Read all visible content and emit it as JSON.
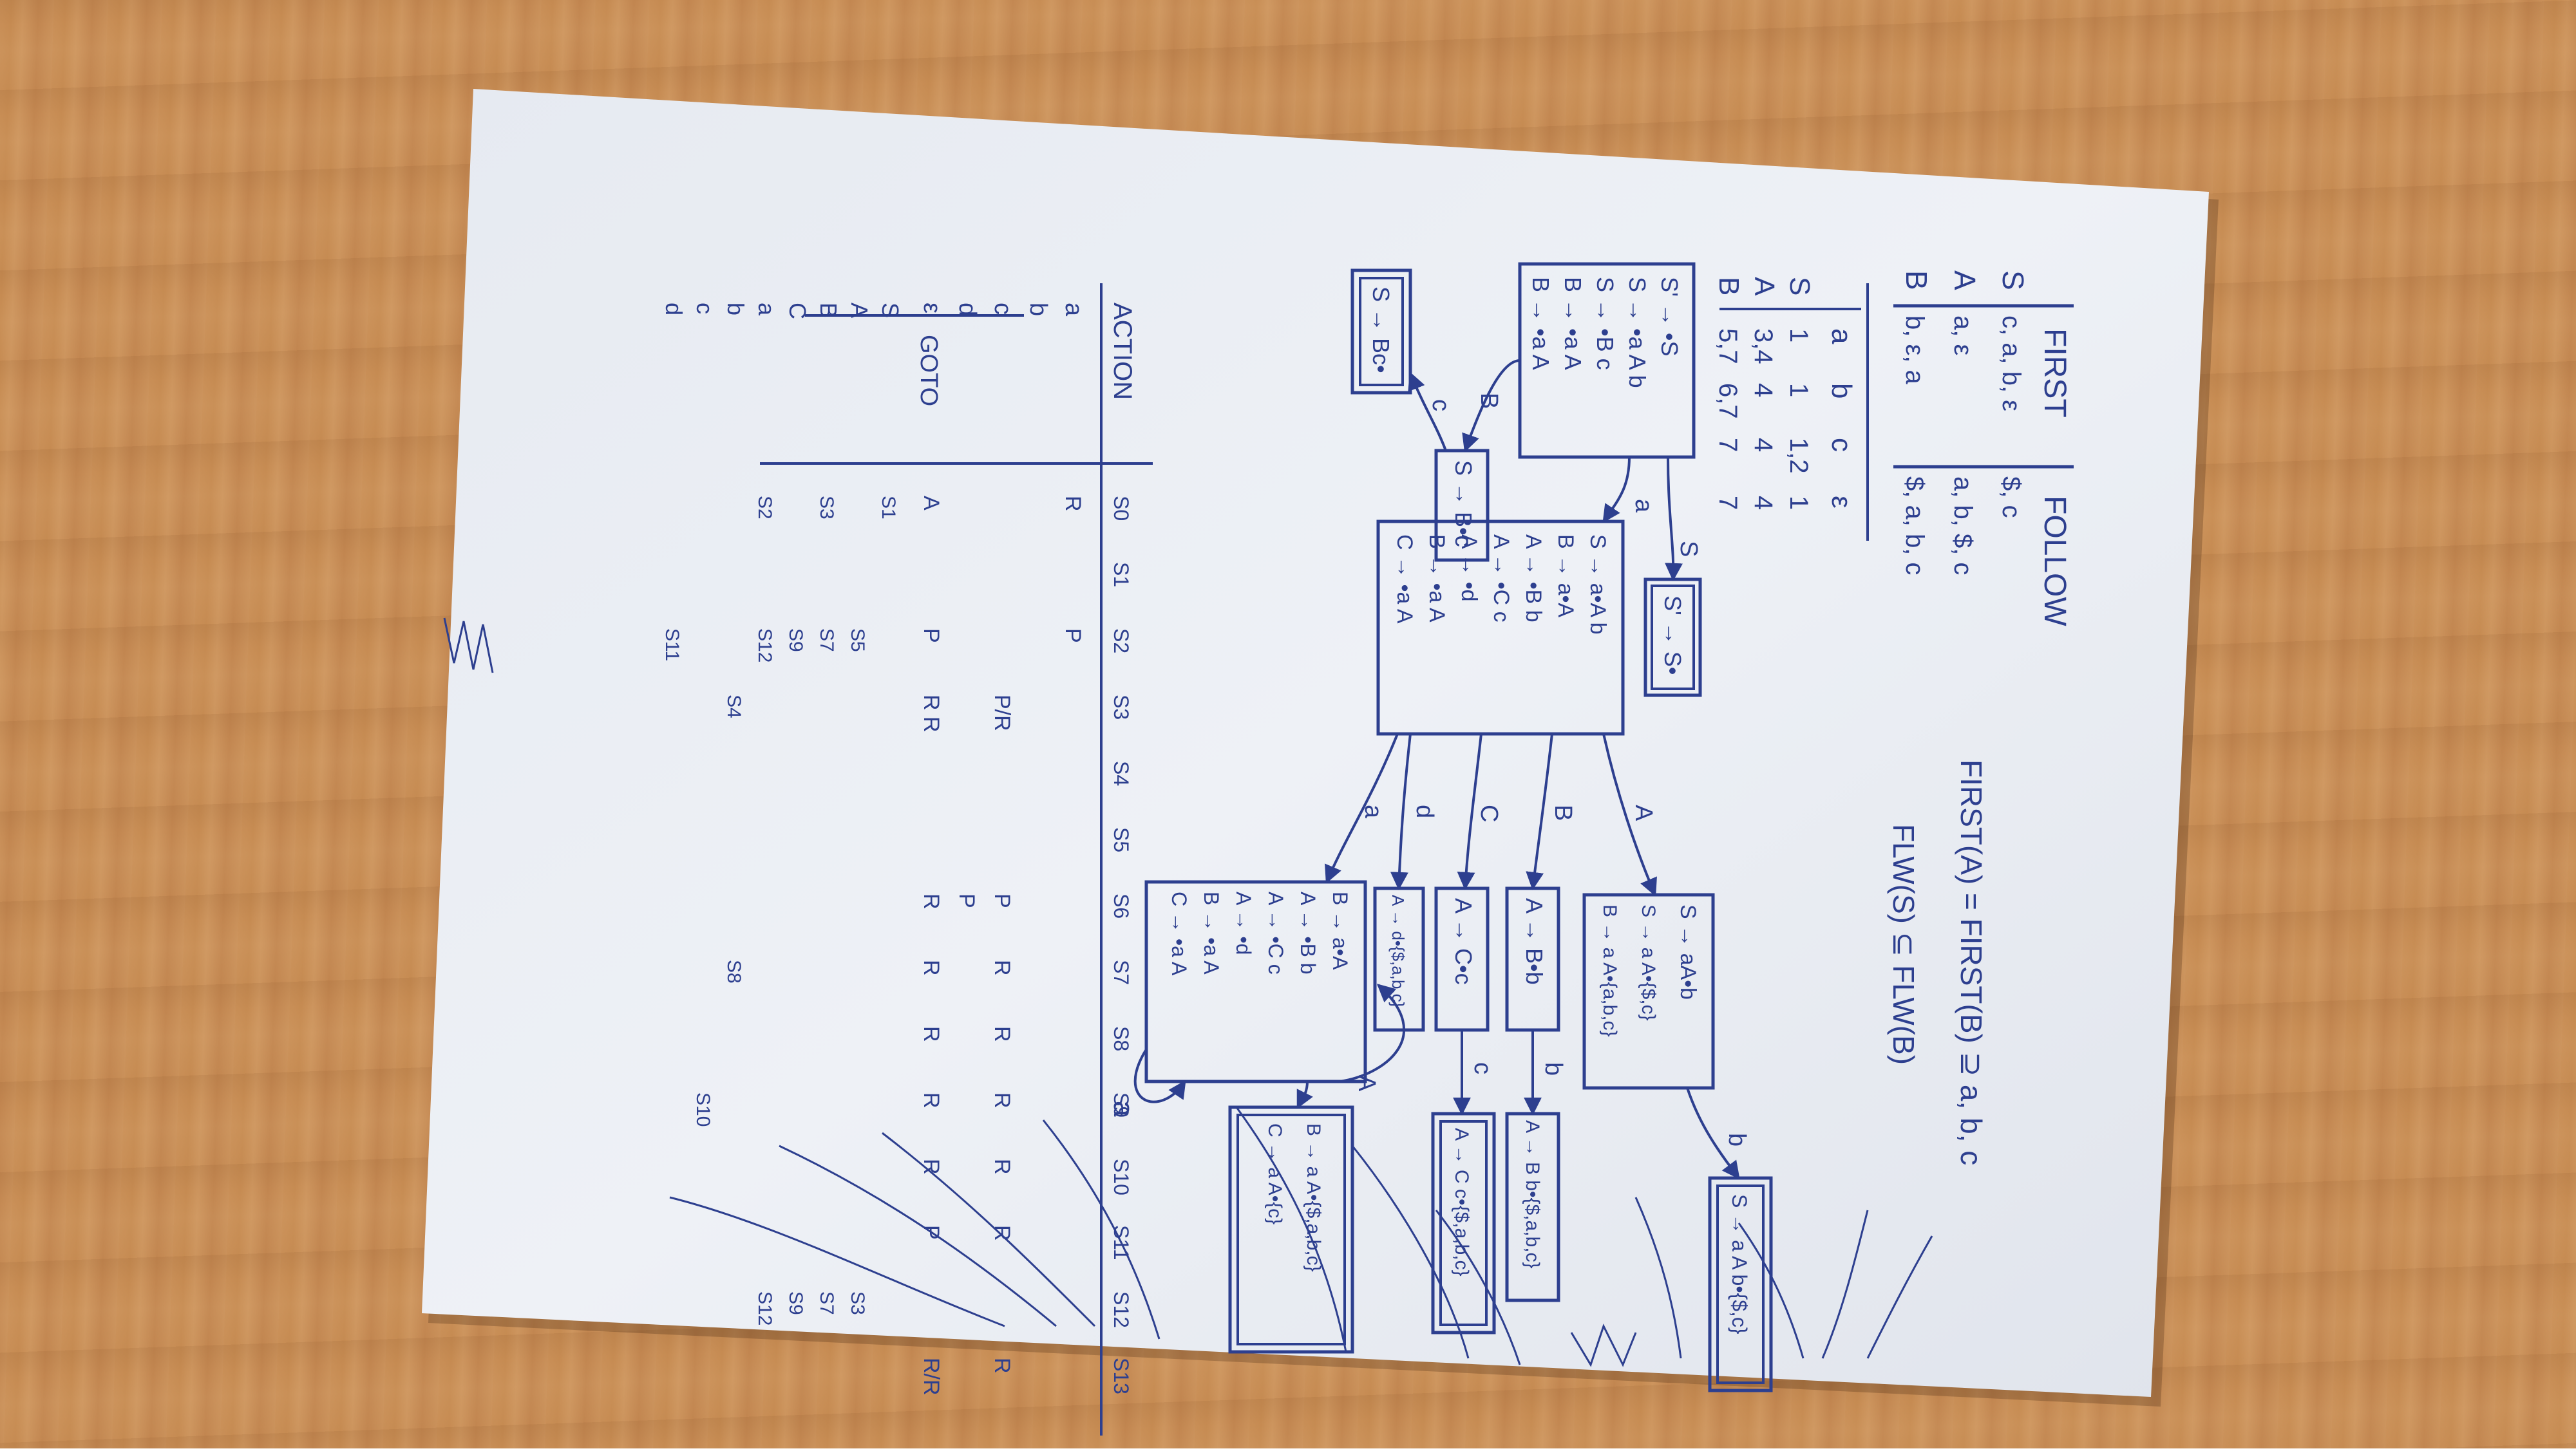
{
  "colors": {
    "desk": "#c98f57",
    "paper": "#e9edf3",
    "ink": "#2d3f8f"
  },
  "first_follow": {
    "header": [
      "FIRST",
      "FOLLOW"
    ],
    "rows": [
      {
        "nt": "S",
        "first": "c, a, b, ε",
        "follow": "$, c"
      },
      {
        "nt": "A",
        "first": "a, ε",
        "follow": "a, b, $, c"
      },
      {
        "nt": "B",
        "first": "b, ε, a",
        "follow": "$, a, b, c"
      }
    ]
  },
  "notes": {
    "line1": "FIRST(A) = FIRST(B) ⊇ a, b, c",
    "line2": "FLW(S) ⊆ FLW(B)"
  },
  "grammar_table": {
    "header": [
      "a",
      "b",
      "c",
      "ε"
    ],
    "rows": [
      {
        "nt": "S",
        "cells": [
          "1",
          "1",
          "1,2",
          "1"
        ]
      },
      {
        "nt": "A",
        "cells": [
          "3,4",
          "4",
          "4",
          "4"
        ]
      },
      {
        "nt": "B",
        "cells": [
          "5,7",
          "6,7",
          "7",
          "7"
        ]
      }
    ]
  },
  "states": {
    "s0": [
      "S' → •S",
      "S → •a A b",
      "S → •B c",
      "B → •a A",
      "B → •a A"
    ],
    "s1": [
      "S' → S•"
    ],
    "s2": [
      "S → a•A b",
      "B → a•A",
      "A → •B b",
      "A → •C c",
      "A → •d",
      "B → •a A",
      "C → •a A"
    ],
    "s3": [
      "S → B•c"
    ],
    "s4": [
      "S → Bc•"
    ],
    "s5": [
      "S → aA•b",
      "S → a A•{$,c}",
      "B → a A•{a,b,c}"
    ],
    "s6": [
      "S → a A b•{$,c}"
    ],
    "s7": [
      "A → B•b"
    ],
    "s8": [
      "A → B b•{$,a,b,c}"
    ],
    "s9": [
      "A → C•c"
    ],
    "s10": [
      "A → C c•{$,a,b,c}"
    ],
    "s11": [
      "A → d•{$,a,b,c}"
    ],
    "s12": [
      "B → a•A",
      "A → •B b",
      "A → •C c",
      "A → •d",
      "B → •a A",
      "C → •a A"
    ],
    "s13": [
      "B → a A•{$,a,b,c}",
      "C → a A•{c}"
    ]
  },
  "edges": [
    "S",
    "a",
    "B",
    "c",
    "A",
    "b",
    "C",
    "d",
    "a",
    "A",
    "b",
    "c",
    "a"
  ],
  "action_goto": {
    "action_label": "ACTION",
    "goto_label": "GOTO",
    "states": [
      "S0",
      "S1",
      "S2",
      "S3",
      "S4",
      "S5",
      "S6",
      "S7",
      "S8",
      "S9",
      "S10",
      "S11",
      "S12",
      "S13"
    ],
    "action_rows": [
      {
        "sym": "a",
        "cells": [
          "R",
          "",
          "P",
          "",
          "",
          "",
          "",
          "",
          "",
          "",
          "",
          "",
          "",
          ""
        ]
      },
      {
        "sym": "b",
        "cells": [
          "",
          "",
          "",
          "",
          "",
          "",
          "",
          "",
          "",
          "",
          "",
          "",
          "",
          ""
        ]
      },
      {
        "sym": "c",
        "cells": [
          "",
          "",
          "",
          "P/R",
          "",
          "",
          "P",
          "R",
          "R",
          "R",
          "R",
          "R",
          "",
          "R"
        ]
      },
      {
        "sym": "d",
        "cells": [
          "",
          "",
          "",
          "",
          "",
          "",
          "P",
          "",
          "",
          "",
          "",
          "",
          "",
          ""
        ]
      },
      {
        "sym": "ε",
        "cells": [
          "A",
          "",
          "P",
          "R R",
          "",
          "",
          "R",
          "R",
          "R",
          "R",
          "R",
          "P",
          "",
          "R/R"
        ]
      }
    ],
    "goto_rows": [
      {
        "sym": "S",
        "cells": [
          "S1",
          "",
          "",
          "",
          "",
          "",
          "",
          "",
          "",
          "",
          "",
          "",
          "",
          ""
        ]
      },
      {
        "sym": "A",
        "cells": [
          "",
          "",
          "S5",
          "",
          "",
          "",
          "",
          "",
          "",
          "",
          "",
          "",
          "S3",
          ""
        ]
      },
      {
        "sym": "B",
        "cells": [
          "S3",
          "",
          "S7",
          "",
          "",
          "",
          "",
          "",
          "",
          "",
          "",
          "",
          "S7",
          ""
        ]
      },
      {
        "sym": "C",
        "cells": [
          "",
          "",
          "S9",
          "",
          "",
          "",
          "",
          "",
          "",
          "",
          "",
          "",
          "S9",
          ""
        ]
      },
      {
        "sym": "a",
        "cells": [
          "S2",
          "",
          "S12",
          "",
          "",
          "",
          "",
          "",
          "",
          "",
          "",
          "",
          "S12",
          ""
        ]
      },
      {
        "sym": "b",
        "cells": [
          "",
          "",
          "",
          "S4",
          "",
          "",
          "",
          "S8",
          "",
          "",
          "",
          "",
          "",
          ""
        ]
      },
      {
        "sym": "c",
        "cells": [
          "",
          "",
          "",
          "",
          "",
          "",
          "",
          "",
          "",
          "S10",
          "",
          "",
          "",
          ""
        ]
      },
      {
        "sym": "d",
        "cells": [
          "",
          "",
          "S11",
          "",
          "",
          "",
          "",
          "",
          "",
          "",
          "",
          "",
          "",
          ""
        ]
      }
    ]
  }
}
